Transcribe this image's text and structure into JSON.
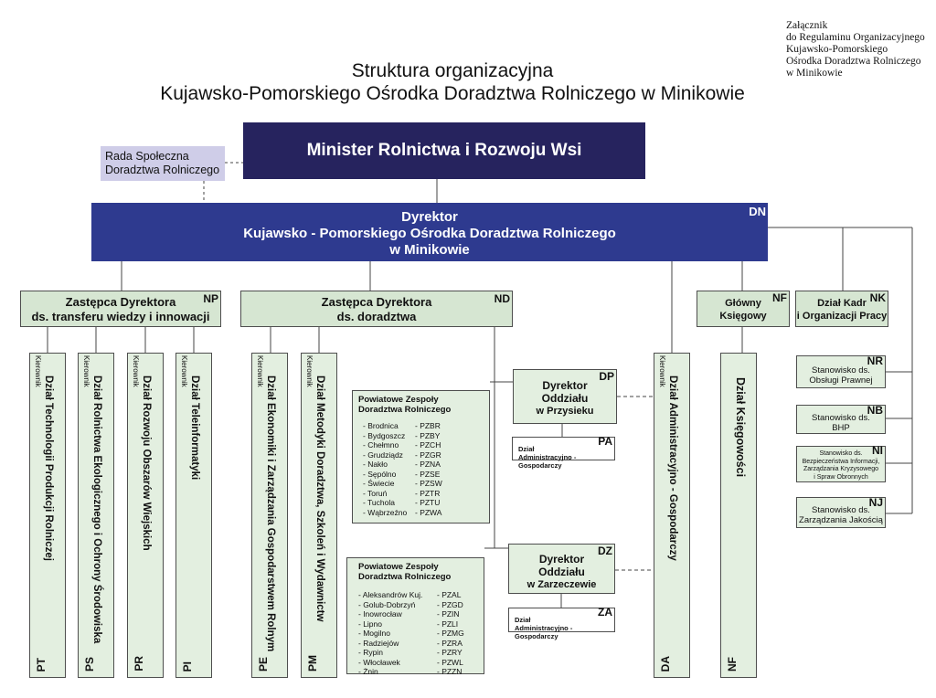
{
  "note": [
    "Załącznik",
    "do Regulaminu Organizacyjnego",
    "Kujawsko-Pomorskiego",
    "Ośrodka Doradztwa Rolniczego",
    "w Minikowie"
  ],
  "title": {
    "line1": "Struktura organizacyjna",
    "line2": "Kujawsko-Pomorskiego Ośrodka Doradztwa Rolniczego w Minikowie"
  },
  "minister": "Minister Rolnictwa i Rozwoju Wsi",
  "rada": {
    "line1": "Rada Społeczna",
    "line2": "Doradztwa Rolniczego"
  },
  "director": {
    "line1": "Dyrektor",
    "line2": "Kujawsko - Pomorskiego Ośrodka Doradztwa Rolniczego",
    "line3": "w Minikowie",
    "code": "DN"
  },
  "deputies": {
    "np": {
      "line1": "Zastępca Dyrektora",
      "line2": "ds. transferu wiedzy i innowacji",
      "code": "NP"
    },
    "nd": {
      "line1": "Zastępca Dyrektora",
      "line2": "ds. doradztwa",
      "code": "ND"
    },
    "nf": {
      "line1": "Główny",
      "line2": "Księgowy",
      "code": "NF"
    },
    "nk": {
      "line1": "Dział Kadr",
      "line2": "i Organizacji Pracy",
      "code": "NK"
    }
  },
  "kierownik": "Kierownik",
  "departments": {
    "pt": {
      "name": "Dział Technologii Produkcji Rolniczej",
      "code": "PT"
    },
    "ps": {
      "name": "Dział Rolnictwa Ekologicznego i Ochrony Środowiska",
      "code": "PS"
    },
    "pr": {
      "name": "Dział Rozwoju Obszarów Wiejskich",
      "code": "PR"
    },
    "pi": {
      "name": "Dział Teleinformatyki",
      "code": "PI"
    },
    "pe": {
      "name": "Dział Ekonomiki i Zarządzania Gospodarstwem Rolnym",
      "code": "PE"
    },
    "pm": {
      "name": "Dział Metodyki Doradztwa, Szkoleń i Wydawnictw",
      "code": "PM"
    },
    "da": {
      "name": "Dział Administracyjno - Gospodarczy",
      "code": "DA"
    },
    "nf": {
      "name": "Dział Księgowości",
      "code": "NF"
    }
  },
  "staff": {
    "nr": {
      "line1": "Stanowisko ds.",
      "line2": "Obsługi Prawnej",
      "code": "NR"
    },
    "nb": {
      "line1": "Stanowisko ds.",
      "line2": "BHP",
      "code": "NB"
    },
    "ni": {
      "line1": "Stanowisko ds.",
      "line2": "Bezpieczeństwa Informacji,",
      "line3": "Zarządzania Kryzysowego",
      "line4": "i Spraw Obronnych",
      "code": "NI"
    },
    "nj": {
      "line1": "Stanowisko ds.",
      "line2": "Zarządzania Jakością",
      "code": "NJ"
    }
  },
  "branches": {
    "dp": {
      "line1": "Dyrektor",
      "line2": "Oddziału",
      "line3": "w Przysieku",
      "code": "DP"
    },
    "pa": {
      "line1": "Dział",
      "line2": "Administracyjno - Gospodarczy",
      "code": "PA"
    },
    "dz": {
      "line1": "Dyrektor",
      "line2": "Oddziału",
      "line3": "w Zarzeczewie",
      "code": "DZ"
    },
    "za": {
      "line1": "Dział",
      "line2": "Administracyjno - Gospodarczy",
      "code": "ZA"
    }
  },
  "teams1": {
    "header1": "Powiatowe Zespoły",
    "header2": "Doradztwa Rolniczego",
    "names": [
      "- Brodnica",
      "- Bydgoszcz",
      "- Chełmno",
      "- Grudziądz",
      "- Nakło",
      "- Sępólno",
      "- Świecie",
      "- Toruń",
      "- Tuchola",
      "- Wąbrzeźno"
    ],
    "codes": [
      "- PZBR",
      "- PZBY",
      "- PZCH",
      "- PZGR",
      "- PZNA",
      "- PZSE",
      "- PZSW",
      "- PZTR",
      "- PZTU",
      "- PZWA"
    ]
  },
  "teams2": {
    "header1": "Powiatowe Zespoły",
    "header2": "Doradztwa Rolniczego",
    "names": [
      "- Aleksandrów Kuj.",
      "- Golub-Dobrzyń",
      "- Inowrocław",
      "- Lipno",
      "- Mogilno",
      "- Radziejów",
      "- Rypin",
      "- Włocławek",
      "- Żnin"
    ],
    "codes": [
      "- PZAL",
      "- PZGD",
      "- PZIN",
      "- PZLI",
      "- PZMG",
      "- PZRA",
      "- PZRY",
      "- PZWL",
      "- PZZN"
    ]
  }
}
